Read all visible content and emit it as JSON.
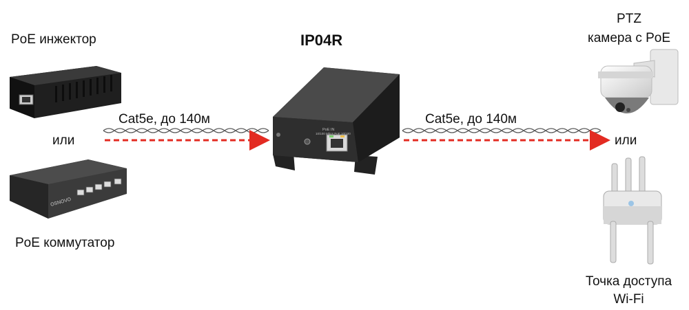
{
  "title": "IP04R",
  "left": {
    "injector_label": "PoE инжектор",
    "or_label": "или",
    "switch_label": "PoE коммутатор",
    "switch_brand": "OSNOVO"
  },
  "right": {
    "camera_label_line1": "PTZ",
    "camera_label_line2": "камера с PoE",
    "or_label": "или",
    "ap_label_line1": "Точка доступа",
    "ap_label_line2": "Wi-Fi"
  },
  "links": {
    "left_cable": "Cat5e, до 140м",
    "right_cable": "Cat5e, до 140м"
  },
  "device": {
    "port_label_top": "PoE IN",
    "port_label_bottom": "10/100 Mbps  PoE  10/100"
  },
  "colors": {
    "arrow": "#e32b22",
    "cable": "#555555",
    "device_body": "#2a2a2a"
  }
}
